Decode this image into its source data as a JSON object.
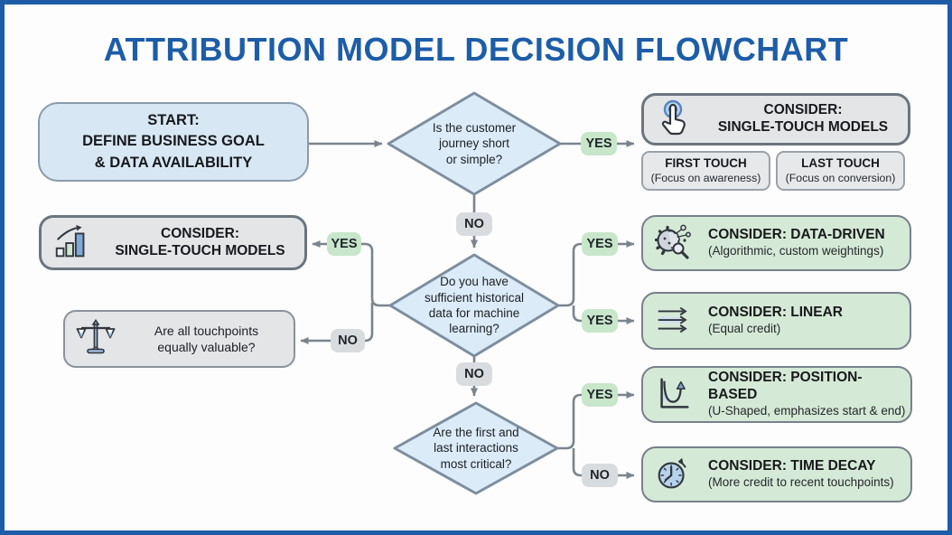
{
  "title": "ATTRIBUTION MODEL DECISION FLOWCHART",
  "labels": {
    "yes": "YES",
    "no": "NO"
  },
  "nodes": {
    "start": {
      "text": "START:\nDEFINE BUSINESS GOAL\n& DATA AVAILABILITY"
    },
    "q_journey": {
      "text": "Is the customer\njourney short\nor simple?"
    },
    "single_touch_right": {
      "title": "CONSIDER:\nSINGLE-TOUCH MODELS",
      "icon": "tap-icon"
    },
    "first_touch": {
      "title": "FIRST TOUCH",
      "subtitle": "(Focus on awareness)"
    },
    "last_touch": {
      "title": "LAST TOUCH",
      "subtitle": "(Focus on conversion)"
    },
    "q_data": {
      "text": "Do you have\nsufficient historical\ndata for machine\nlearning?"
    },
    "single_touch_left": {
      "title": "CONSIDER:\nSINGLE-TOUCH MODELS",
      "icon": "growth-chart-icon"
    },
    "q_touchpoints": {
      "text": "Are all touchpoints\nequally valuable?",
      "icon": "balance-scale-icon"
    },
    "data_driven": {
      "title": "CONSIDER: DATA-DRIVEN",
      "subtitle": "(Algorithmic, custom weightings)",
      "icon": "brain-gear-icon"
    },
    "linear": {
      "title": "CONSIDER: LINEAR",
      "subtitle": "(Equal credit)",
      "icon": "parallel-arrows-icon"
    },
    "q_interactions": {
      "text": "Are the first and\nlast interactions\nmost critical?"
    },
    "position_based": {
      "title": "CONSIDER: POSITION-BASED",
      "subtitle": "(U-Shaped, emphasizes start & end)",
      "icon": "u-curve-icon"
    },
    "time_decay": {
      "title": "CONSIDER: TIME DECAY",
      "subtitle": "(More credit to recent touchpoints)",
      "icon": "clock-icon"
    }
  },
  "edges": [
    {
      "from": "start",
      "to": "q_journey",
      "label": ""
    },
    {
      "from": "q_journey",
      "to": "single_touch_right",
      "label": "YES"
    },
    {
      "from": "q_journey",
      "to": "q_data",
      "label": "NO"
    },
    {
      "from": "q_data",
      "to": "single_touch_left",
      "label": "YES"
    },
    {
      "from": "q_data",
      "to": "q_touchpoints",
      "label": "NO"
    },
    {
      "from": "q_data",
      "to": "data_driven",
      "label": "YES"
    },
    {
      "from": "q_data",
      "to": "linear",
      "label": "YES"
    },
    {
      "from": "q_data",
      "to": "q_interactions",
      "label": "NO"
    },
    {
      "from": "q_interactions",
      "to": "position_based",
      "label": "YES"
    },
    {
      "from": "q_interactions",
      "to": "time_decay",
      "label": "NO"
    }
  ],
  "colors": {
    "title_blue": "#1d5da8",
    "frame_border": "#1d5da8",
    "blue_fill": "#d7e7f4",
    "diamond_fill": "#dcebf8",
    "gray_fill": "#e3e5e7",
    "green_fill": "#d5e9d7",
    "yes_pill": "#c8e6ca",
    "no_pill": "#d9dcdf",
    "connector_line": "#7a848d"
  }
}
